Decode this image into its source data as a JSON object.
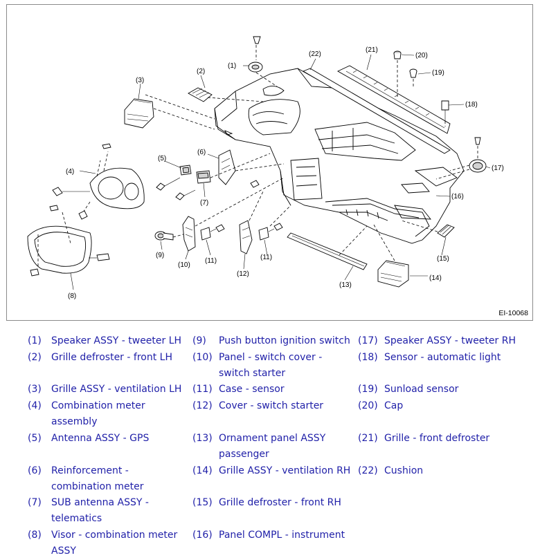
{
  "figure": {
    "id": "EI-10068",
    "callouts": [
      "(1)",
      "(2)",
      "(3)",
      "(4)",
      "(5)",
      "(6)",
      "(7)",
      "(8)",
      "(9)",
      "(10)",
      "(11)",
      "(11)",
      "(12)",
      "(13)",
      "(14)",
      "(15)",
      "(16)",
      "(17)",
      "(18)",
      "(19)",
      "(20)",
      "(21)",
      "(22)"
    ]
  },
  "legend": [
    {
      "num": "(1)",
      "text": "Speaker ASSY - tweeter LH"
    },
    {
      "num": "(2)",
      "text": "Grille defroster - front LH"
    },
    {
      "num": "(3)",
      "text": "Grille ASSY - ventilation LH"
    },
    {
      "num": "(4)",
      "text": "Combination meter assembly"
    },
    {
      "num": "(5)",
      "text": "Antenna ASSY - GPS"
    },
    {
      "num": "(6)",
      "text": "Reinforcement - combination meter"
    },
    {
      "num": "(7)",
      "text": "SUB antenna ASSY - telematics"
    },
    {
      "num": "(8)",
      "text": "Visor - combination meter ASSY"
    },
    {
      "num": "(9)",
      "text": "Push button ignition switch"
    },
    {
      "num": "(10)",
      "text": "Panel - switch cover - switch starter"
    },
    {
      "num": "(11)",
      "text": "Case - sensor"
    },
    {
      "num": "(12)",
      "text": "Cover - switch starter"
    },
    {
      "num": "(13)",
      "text": "Ornament panel ASSY passenger"
    },
    {
      "num": "(14)",
      "text": "Grille ASSY - ventilation RH"
    },
    {
      "num": "(15)",
      "text": "Grille defroster - front RH"
    },
    {
      "num": "(16)",
      "text": "Panel COMPL - instrument"
    },
    {
      "num": "(17)",
      "text": "Speaker ASSY - tweeter RH"
    },
    {
      "num": "(18)",
      "text": "Sensor - automatic light"
    },
    {
      "num": "(19)",
      "text": "Sunload sensor"
    },
    {
      "num": "(20)",
      "text": "Cap"
    },
    {
      "num": "(21)",
      "text": "Grille - front defroster"
    },
    {
      "num": "(22)",
      "text": "Cushion"
    }
  ]
}
